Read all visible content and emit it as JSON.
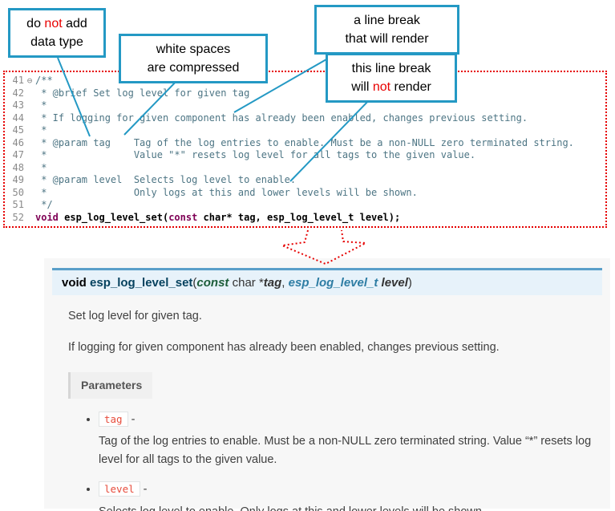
{
  "callouts": {
    "no_datatype": {
      "line1_pre": "do ",
      "line1_em": "not",
      "line1_post": " add",
      "line2": "data type"
    },
    "whitespace": {
      "line1": "white spaces",
      "line2": "are  compressed"
    },
    "break_renders": {
      "line1": "a line break",
      "line2": "that will render"
    },
    "break_not_render": {
      "line1": "this line break",
      "line2_pre": "will ",
      "line2_em": "not",
      "line2_post": " render"
    }
  },
  "editor": {
    "fold_marker": "⊖",
    "lines": [
      {
        "num": "41",
        "text": "/**"
      },
      {
        "num": "42",
        "text": " * @brief Set log level for given tag"
      },
      {
        "num": "43",
        "text": " *"
      },
      {
        "num": "44",
        "text": " * If logging for given component has already been enabled, changes previous setting."
      },
      {
        "num": "45",
        "text": " *"
      },
      {
        "num": "46",
        "text": " * @param tag    Tag of the log entries to enable. Must be a non-NULL zero terminated string."
      },
      {
        "num": "47",
        "text": " *               Value \"*\" resets log level for all tags to the given value."
      },
      {
        "num": "48",
        "text": " *"
      },
      {
        "num": "49",
        "text": " * @param level  Selects log level to enable."
      },
      {
        "num": "50",
        "text": " *               Only logs at this and lower levels will be shown."
      },
      {
        "num": "51",
        "text": " */"
      }
    ],
    "declaration": {
      "num": "52",
      "kw_void": "void",
      "name": " esp_log_level_set",
      "open": "(",
      "kw_const": "const",
      "tail": " char* tag, esp_log_level_t level);"
    }
  },
  "docs": {
    "signature": {
      "ret": "void",
      "name": " esp_log_level_set",
      "open": "(",
      "kw_const": "const",
      "char_ptr": " char *",
      "param1": "tag",
      "comma": ", ",
      "type2": "esp_log_level_t",
      "param2": " level",
      "close": ")"
    },
    "brief": "Set log level for given tag.",
    "detail": "If logging for given component has already been enabled, changes previous setting.",
    "parameters_label": "Parameters",
    "params": [
      {
        "name": "tag",
        "sep": "-",
        "desc": "Tag of the log entries to enable. Must be a non-NULL zero terminated string. Value “*” resets log level for all tags to the given value."
      },
      {
        "name": "level",
        "sep": "-",
        "desc": "Selects log level to enable. Only logs at this and lower levels will be shown."
      }
    ]
  }
}
